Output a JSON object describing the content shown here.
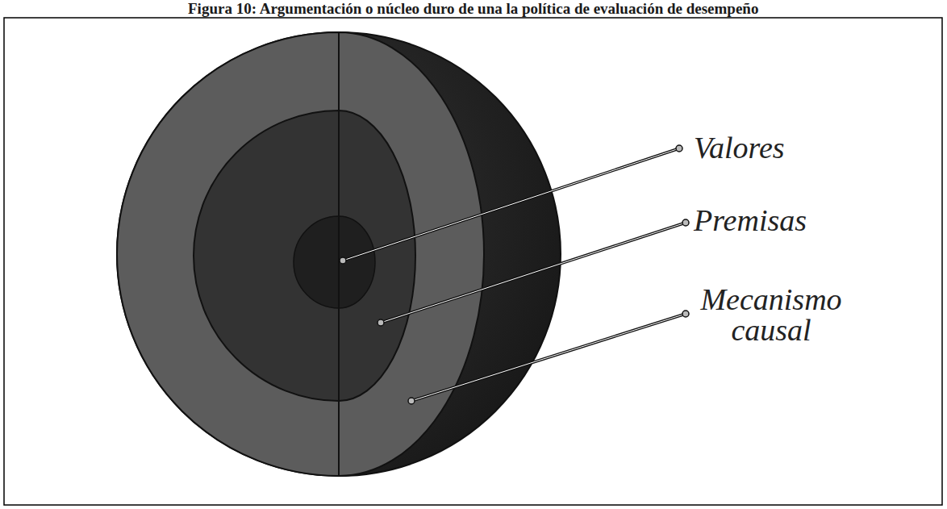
{
  "diagram": {
    "title": "Figura 10: Argumentación o núcleo duro de una la política de evaluación de desempeño",
    "labels": [
      "Valores",
      "Premisas",
      "Mecanismo causal"
    ]
  }
}
